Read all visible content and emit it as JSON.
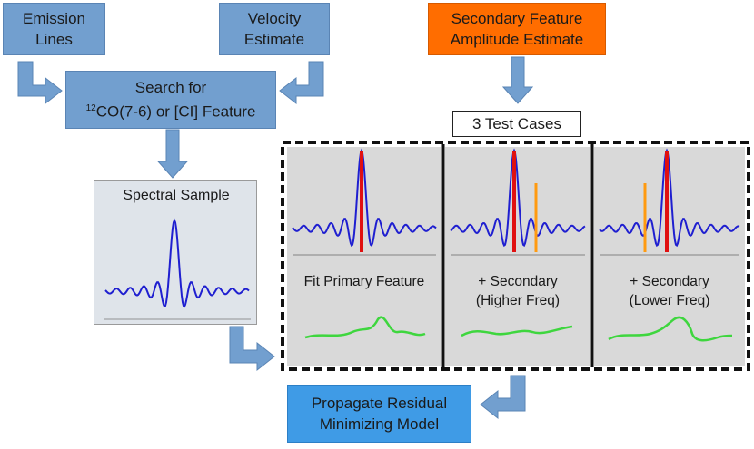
{
  "emission_lines": {
    "line1": "Emission",
    "line2": "Lines"
  },
  "velocity": {
    "line1": "Velocity",
    "line2": "Estimate"
  },
  "secondary_amplitude": {
    "line1": "Secondary Feature",
    "line2": "Amplitude Estimate"
  },
  "search": {
    "line1": "Search for",
    "sup": "12",
    "line2_rest": "CO(7-6) or [CI] Feature"
  },
  "test_cases": "3 Test Cases",
  "spectral_sample": "Spectral Sample",
  "cases": [
    {
      "line1": "Fit Primary Feature",
      "line2": ""
    },
    {
      "line1": "+ Secondary",
      "line2": "(Higher Freq)"
    },
    {
      "line1": "+ Secondary",
      "line2": "(Lower Freq)"
    }
  ],
  "propagate": {
    "line1": "Propagate Residual",
    "line2": "Minimizing Model"
  },
  "colors": {
    "box_blue": "#729fcf",
    "box_orange": "#ff6d00",
    "box_bright_blue": "#3f9be6",
    "signal": "#1f1fd0",
    "primary_marker": "#e01010",
    "secondary_marker": "#ff9a10",
    "residual": "#3ed63e",
    "panel": "#d9d9d9"
  }
}
